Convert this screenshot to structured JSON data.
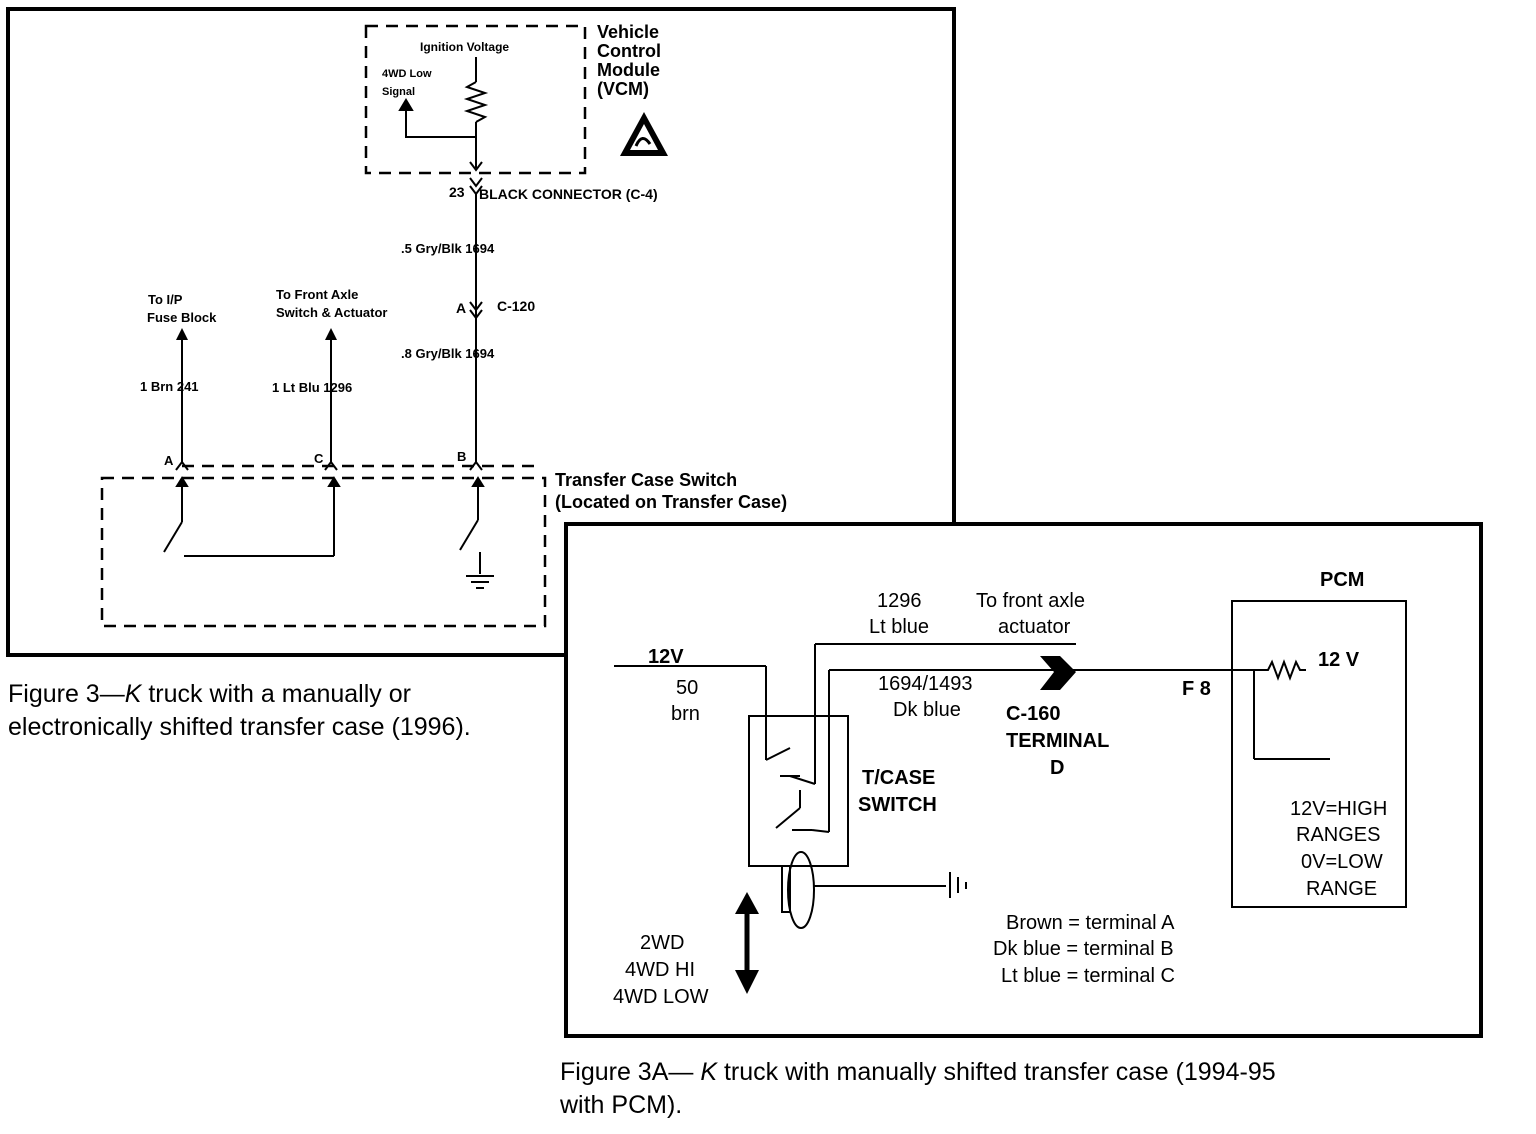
{
  "figure3": {
    "vcm_ignition": "Ignition Voltage",
    "vcm_signal_l1": "4WD Low",
    "vcm_signal_l2": "Signal",
    "vcm_title_l1": "Vehicle",
    "vcm_title_l2": "Control",
    "vcm_title_l3": "Module",
    "vcm_title_l4": "(VCM)",
    "pin_number": "23",
    "connector_c4": "BLACK CONNECTOR (C-4)",
    "wire_top": ".5 Gry/Blk  1694",
    "c120_pin": "A",
    "c120_label": "C-120",
    "wire_mid": ".8 Gry/Blk  1694",
    "to_ip_l1": "To I/P",
    "to_ip_l2": "Fuse Block",
    "to_axle_l1": "To Front Axle",
    "to_axle_l2": "Switch & Actuator",
    "wire_241": "1 Brn  241",
    "wire_1296": "1 Lt Blu  1296",
    "term_a": "A",
    "term_c": "C",
    "term_b": "B",
    "tcs_l1": "Transfer Case Switch",
    "tcs_l2": "(Located on Transfer Case)",
    "caption_prefix": "Figure 3—",
    "caption_italic": "K",
    "caption_rest": " truck with a manually or electronically shifted transfer case (1996)."
  },
  "figure3a": {
    "v12": "12V",
    "wire50_l1": "50",
    "wire50_l2": "brn",
    "wire1296_l1": "1296",
    "wire1296_l2": "Lt blue",
    "to_axle_l1": "To front axle",
    "to_axle_l2": "actuator",
    "wire1694_l1": "1694/1493",
    "wire1694_l2": "Dk blue",
    "c160_l1": "C-160",
    "c160_l2": "TERMINAL",
    "c160_l3": "D",
    "f8": "F 8",
    "pcm": "PCM",
    "pcm_12v": "12 V",
    "tcase_l1": "T/CASE",
    "tcase_l2": "SWITCH",
    "ranges_l1": "12V=HIGH",
    "ranges_l2": "RANGES",
    "ranges_l3": "0V=LOW",
    "ranges_l4": "RANGE",
    "mode_l1": "2WD",
    "mode_l2": "4WD HI",
    "mode_l3": "4WD LOW",
    "legend_l1": "Brown = terminal  A",
    "legend_l2": "Dk blue = terminal  B",
    "legend_l3": "Lt blue = terminal  C",
    "caption_prefix": "Figure 3A— ",
    "caption_italic": "K",
    "caption_rest": " truck with manually shifted transfer case (1994-95 with PCM)."
  }
}
